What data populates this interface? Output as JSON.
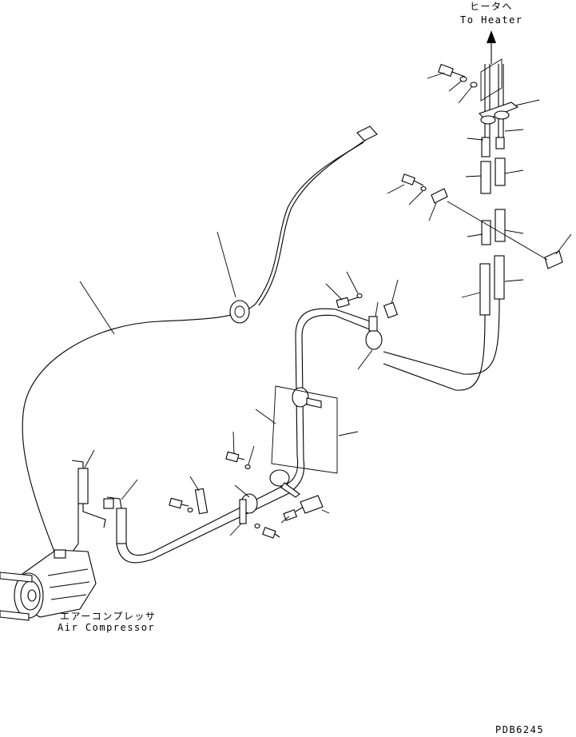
{
  "labels": {
    "heater_jp": "ヒータへ",
    "heater_en": "To Heater",
    "compressor_jp": "エアーコンプレッサ",
    "compressor_en": "Air Compressor",
    "drawing_code": "PDB6245"
  }
}
